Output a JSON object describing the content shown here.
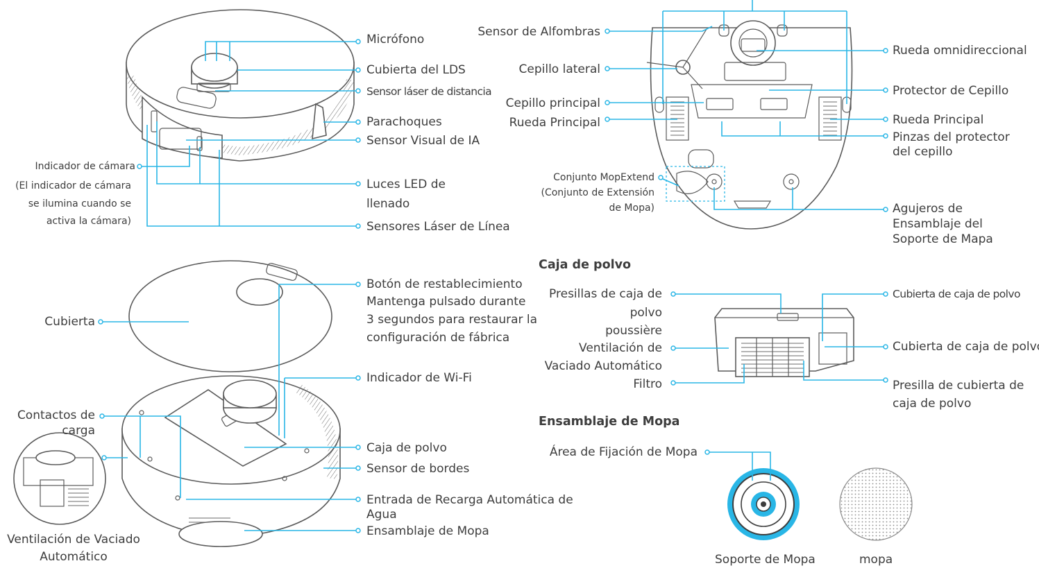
{
  "robot_top": {
    "microphone": "Micrófono",
    "lds_cover": "Cubierta del LDS",
    "laser_distance_sensor": "Sensor láser de distancia",
    "bumper": "Parachoques",
    "ai_visual_sensor": "Sensor Visual de IA",
    "camera_indicator": "Indicador de cámara",
    "camera_note": [
      "(El indicador de cámara",
      "se ilumina cuando se",
      "activa la cámara)"
    ],
    "fill_led": [
      "Luces LED de",
      "llenado"
    ],
    "line_laser_sensors": "Sensores Láser de Línea"
  },
  "robot_open": {
    "cover": "Cubierta",
    "reset_button": [
      "Botón de restablecimiento",
      "Mantenga pulsado durante",
      "3 segundos para restaurar la",
      "configuración de fábrica"
    ],
    "wifi_indicator": "Indicador de Wi-Fi",
    "charging_contacts": [
      "Contactos de",
      "carga"
    ],
    "dust_box": "Caja de polvo",
    "edge_sensor": "Sensor de bordes",
    "water_refill_inlet": [
      "Entrada de Recarga Automática de",
      "Agua"
    ],
    "mop_assembly": "Ensamblaje de Mopa",
    "auto_empty_vent": [
      "Ventilación de Vaciado",
      "Automático"
    ]
  },
  "robot_bottom": {
    "carpet_sensor": "Sensor de Alfombras",
    "side_brush": "Cepillo lateral",
    "main_brush": "Cepillo principal",
    "main_wheel_left": "Rueda Principal",
    "mopextend": [
      "Conjunto MopExtend",
      "(Conjunto de Extensión",
      "de Mopa)"
    ],
    "omni_wheel": "Rueda omnidireccional",
    "brush_guard": "Protector de Cepillo",
    "main_wheel_right": "Rueda Principal",
    "brush_guard_clips": [
      "Pinzas del protector",
      "del cepillo"
    ],
    "mount_holes": [
      "Agujeros de",
      "Ensamblaje del",
      "Soporte de Mapa"
    ]
  },
  "dust_box_section": {
    "title": "Caja de polvo",
    "box_clips": [
      "Presillas de caja de",
      "polvo",
      "poussière"
    ],
    "auto_empty_vent": [
      "Ventilación de",
      "Vaciado Automático"
    ],
    "filter": "Filtro",
    "box_cover": "Cubierta de caja de polvo",
    "box_cover_2": "Cubierta de caja de polvo",
    "cover_clip": [
      "Presilla de cubierta de",
      "caja de polvo"
    ]
  },
  "mop_section": {
    "title": "Ensamblaje de Mopa",
    "attach_area": "Área de Fijación de Mopa",
    "mop_holder": "Soporte de Mopa",
    "mop": "mopa"
  },
  "colors": {
    "callout": "#29b6e6",
    "text": "#3d3d3d",
    "drawing": "#5a5a5a"
  }
}
